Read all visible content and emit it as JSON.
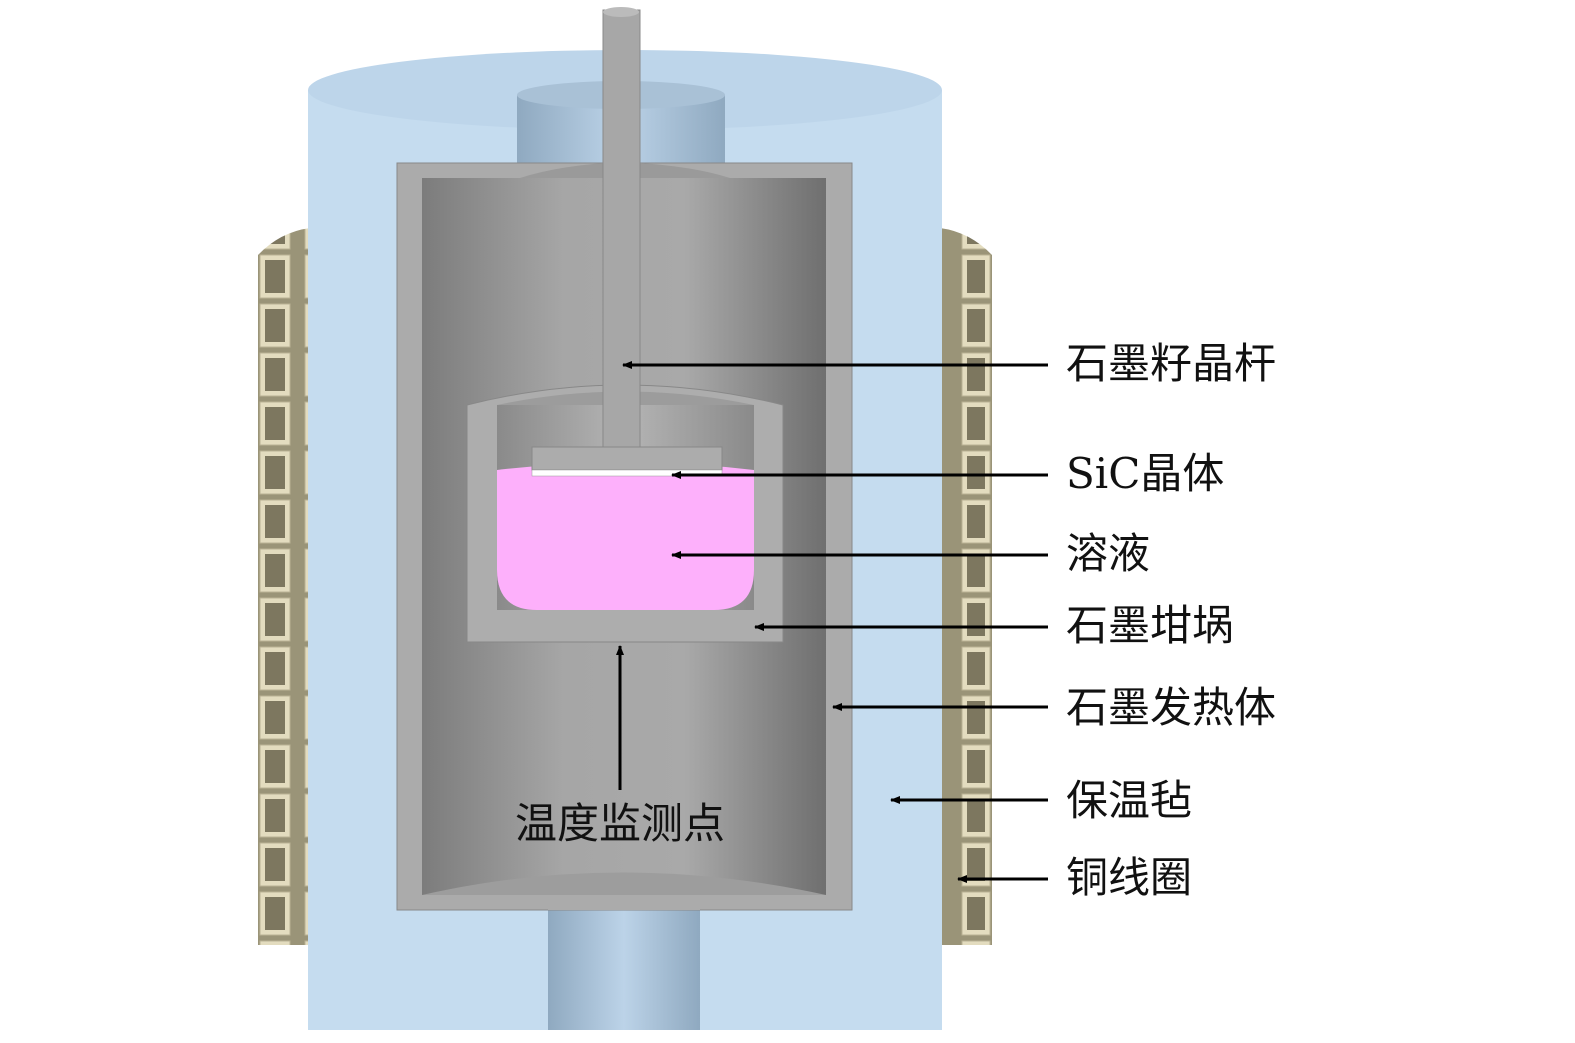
{
  "labels": {
    "seed_rod": "石墨籽晶杆",
    "crystal": "SiC晶体",
    "solution": "溶液",
    "crucible": "石墨坩埚",
    "heater": "石墨发热体",
    "insulation": "保温毡",
    "coil": "铜线圈",
    "temp_point": "温度监测点"
  },
  "colors": {
    "insulation": "#c5dcef",
    "graphite": "#a9a9a9",
    "solution": "#fdb0fb",
    "coil": "#d9d2b4"
  }
}
